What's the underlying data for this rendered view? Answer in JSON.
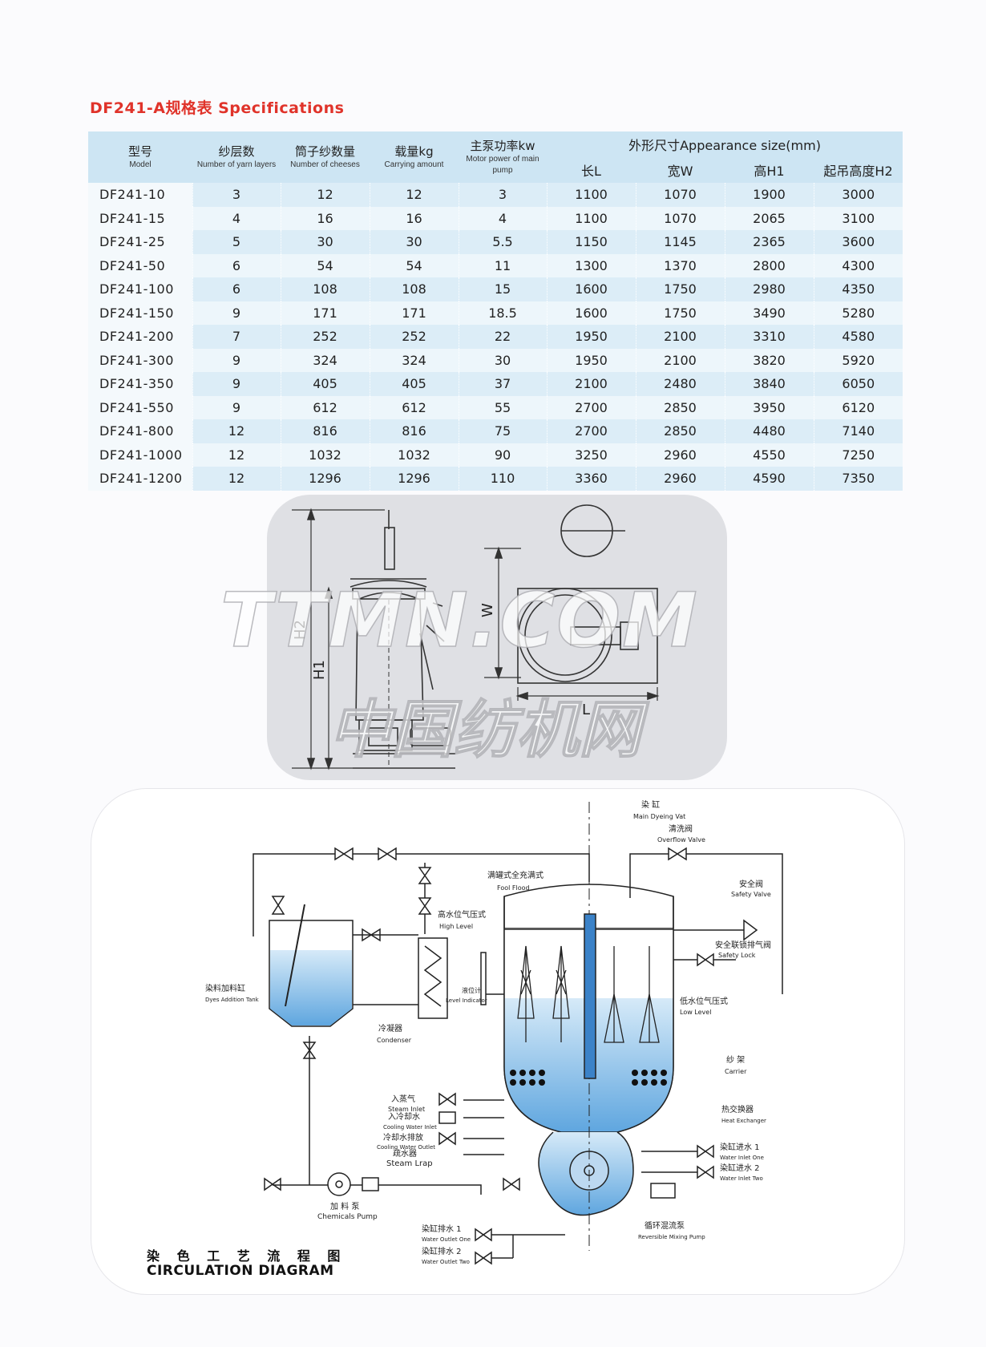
{
  "title": "DF241-A规格表 Specifications",
  "table": {
    "headers": {
      "model": {
        "zh": "型号",
        "en": "Model"
      },
      "layers": {
        "zh": "纱层数",
        "en": "Number of yarn layers"
      },
      "cheeses": {
        "zh": "筒子纱数量",
        "en": "Number of cheeses"
      },
      "capacity": {
        "zh": "载量kg",
        "en": "Carrying amount"
      },
      "power": {
        "zh": "主泵功率kw",
        "en": "Motor power of main pump"
      },
      "size": "外形尺寸Appearance size(mm)",
      "L": "长L",
      "W": "宽W",
      "H1": "高H1",
      "H2": "起吊高度H2"
    },
    "rows": [
      [
        "DF241-10",
        "3",
        "12",
        "12",
        "3",
        "1100",
        "1070",
        "1900",
        "3000"
      ],
      [
        "DF241-15",
        "4",
        "16",
        "16",
        "4",
        "1100",
        "1070",
        "2065",
        "3100"
      ],
      [
        "DF241-25",
        "5",
        "30",
        "30",
        "5.5",
        "1150",
        "1145",
        "2365",
        "3600"
      ],
      [
        "DF241-50",
        "6",
        "54",
        "54",
        "11",
        "1300",
        "1370",
        "2800",
        "4300"
      ],
      [
        "DF241-100",
        "6",
        "108",
        "108",
        "15",
        "1600",
        "1750",
        "2980",
        "4350"
      ],
      [
        "DF241-150",
        "9",
        "171",
        "171",
        "18.5",
        "1600",
        "1750",
        "3490",
        "5280"
      ],
      [
        "DF241-200",
        "7",
        "252",
        "252",
        "22",
        "1950",
        "2100",
        "3310",
        "4580"
      ],
      [
        "DF241-300",
        "9",
        "324",
        "324",
        "30",
        "1950",
        "2100",
        "3820",
        "5920"
      ],
      [
        "DF241-350",
        "9",
        "405",
        "405",
        "37",
        "2100",
        "2480",
        "3840",
        "6050"
      ],
      [
        "DF241-550",
        "9",
        "612",
        "612",
        "55",
        "2700",
        "2850",
        "3950",
        "6120"
      ],
      [
        "DF241-800",
        "12",
        "816",
        "816",
        "75",
        "2700",
        "2850",
        "4480",
        "7140"
      ],
      [
        "DF241-1000",
        "12",
        "1032",
        "1032",
        "90",
        "3250",
        "2960",
        "4550",
        "7250"
      ],
      [
        "DF241-1200",
        "12",
        "1296",
        "1296",
        "110",
        "3360",
        "2960",
        "4590",
        "7350"
      ]
    ]
  },
  "drawing": {
    "dims": {
      "H2": "H2",
      "H1": "H1",
      "W": "W",
      "L": "L"
    },
    "watermark": {
      "line1": "TTMN.COM",
      "line2": "中国纺机网"
    }
  },
  "diagram": {
    "title_zh": "染 色 工 艺 流 程 图",
    "title_en": "CIRCULATION DIAGRAM",
    "labels": {
      "main_vat_zh": "染 缸",
      "main_vat_en": "Main Dyeing Vat",
      "overflow_zh": "清洗阀",
      "overflow_en": "Overflow Valve",
      "full_flood_zh": "满罐式全充满式",
      "full_flood_en": "Fool Flood",
      "safety_valve_zh": "安全阀",
      "safety_valve_en": "Safety Valve",
      "safety_lock_zh": "安全联锁排气阀",
      "safety_lock_en": "Safety Lock",
      "high_level_zh": "高水位气压式",
      "high_level_en": "High Level",
      "low_level_zh": "低水位气压式",
      "low_level_en": "Low Level",
      "level_ind_zh": "液位计",
      "level_ind_en": "Level Indicator",
      "dye_tank_zh": "染料加料缸",
      "dye_tank_en": "Dyes Addition Tank",
      "condenser_zh": "冷凝器",
      "condenser_en": "Condenser",
      "carrier_zh": "纱 架",
      "carrier_en": "Carrier",
      "heatex_zh": "热交换器",
      "heatex_en": "Heat Exchanger",
      "steam_zh": "入蒸气",
      "steam_en": "Steam Inlet",
      "cool_in_zh": "入冷却水",
      "cool_in_en": "Cooling Water Inlet",
      "cool_out_zh": "冷却水排放",
      "cool_out_en": "Cooling Water Outlet",
      "trap_zh": "疏水器",
      "trap_en": "Steam Lrap",
      "win1_zh": "染缸进水 1",
      "win1_en": "Water Inlet One",
      "win2_zh": "染缸进水 2",
      "win2_en": "Water Inlet Two",
      "wout1_zh": "染缸排水 1",
      "wout1_en": "Water Outlet One",
      "wout2_zh": "染缸排水 2",
      "wout2_en": "Water Outlet Two",
      "pump_zh": "加 料 泵",
      "pump_en": "Chemicals Pump",
      "mixpump_zh": "循环混流泵",
      "mixpump_en": "Reversible Mixing Pump"
    }
  }
}
